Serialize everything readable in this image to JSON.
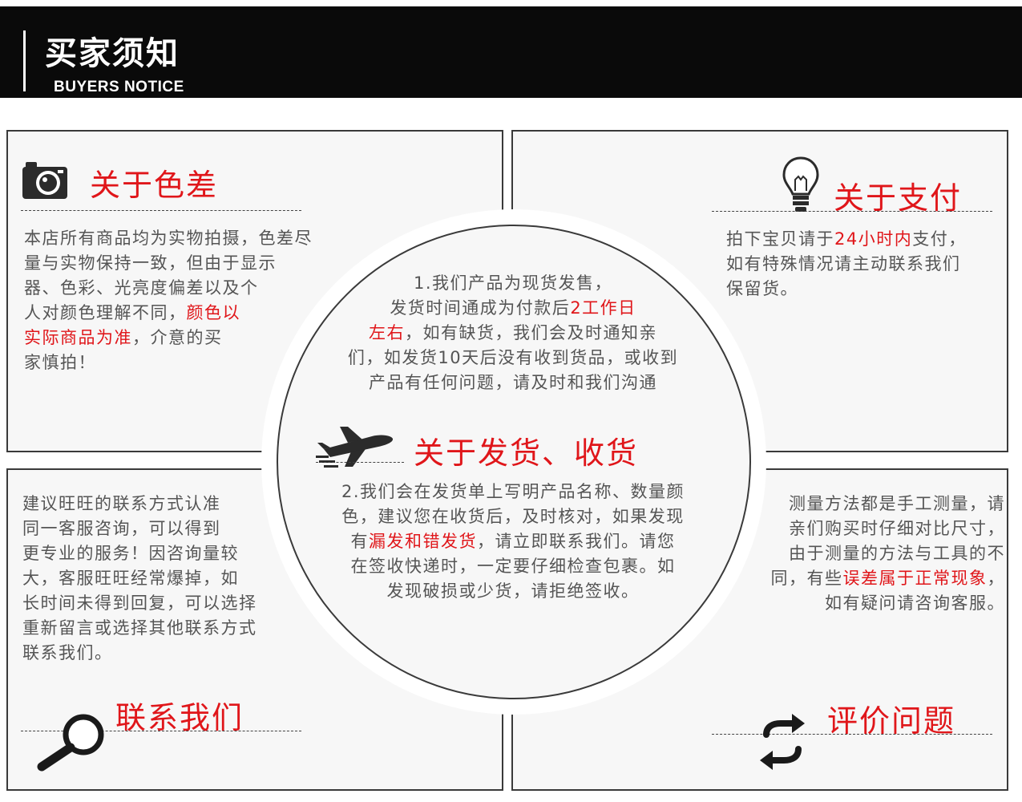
{
  "header": {
    "title_cn": "买家须知",
    "title_en": "BUYERS NOTICE"
  },
  "color_diff": {
    "icon": "camera-icon",
    "title": "关于色差",
    "lines": [
      "本店所有商品均为实物拍摄，色差尽",
      "量与实物保持一致，但由于显示",
      "器、色彩、光亮度偏差以及个",
      "人对颜色理解不同，",
      "颜色以",
      "实际商品为准",
      "，介意的买",
      "家慎拍！"
    ]
  },
  "payment": {
    "icon": "lightbulb-icon",
    "title": "关于支付",
    "line1_a": "拍下宝贝请于",
    "line1_red": "24小时内",
    "line1_b": "支付，",
    "line2": "如有特殊情况请主动联系我们",
    "line3": "保留货。"
  },
  "shipping": {
    "icon": "airplane-icon",
    "title": "关于发货、收货",
    "p1_line1": "1.我们产品为现货发售，",
    "p1_line2_a": "发货时间通成为付款后",
    "p1_line2_red": "2工作日",
    "p1_line3_red": "左右",
    "p1_line3_b": "，如有缺货，我们会及时通知亲",
    "p1_line4": "们，如发货10天后没有收到货品，或收到",
    "p1_line5": "产品有任何问题，请及时和我们沟通",
    "p2_line1": "2.我们会在发货单上写明产品名称、数量颜",
    "p2_line2": "色，建议您在收货后，及时核对，如果发现",
    "p2_line3_a": "有",
    "p2_line3_red": "漏发和错发货",
    "p2_line3_b": "，请立即联系我们。请您",
    "p2_line4": "在签收快递时，一定要仔细检查包裹。如",
    "p2_line5": "发现破损或少货，请拒绝签收。"
  },
  "contact": {
    "icon": "magnifier-icon",
    "title": "联系我们",
    "lines": [
      "建议旺旺的联系方式认准",
      "同一客服咨询，可以得到",
      "更专业的服务！因咨询量较",
      "大，客服旺旺经常爆掉，如",
      "长时间未得到回复，可以选择",
      "重新留言或选择其他联系方式",
      "联系我们。"
    ]
  },
  "review": {
    "icon": "exchange-arrows-icon",
    "title": "评价问题",
    "line1": "测量方法都是手工测量，请",
    "line2": "亲们购买时仔细对比尺寸，",
    "line3": "由于测量的方法与工具的不",
    "line4_a": "同，有些",
    "line4_red": "误差属于正常现象",
    "line4_b": "，",
    "line5": "如有疑问请咨询客服。"
  },
  "colors": {
    "accent_red": "#e0161a",
    "header_bg": "#0a0a0a",
    "panel_bg": "#f7f7f7",
    "border": "#3a3a3a",
    "body_text": "#555555"
  }
}
